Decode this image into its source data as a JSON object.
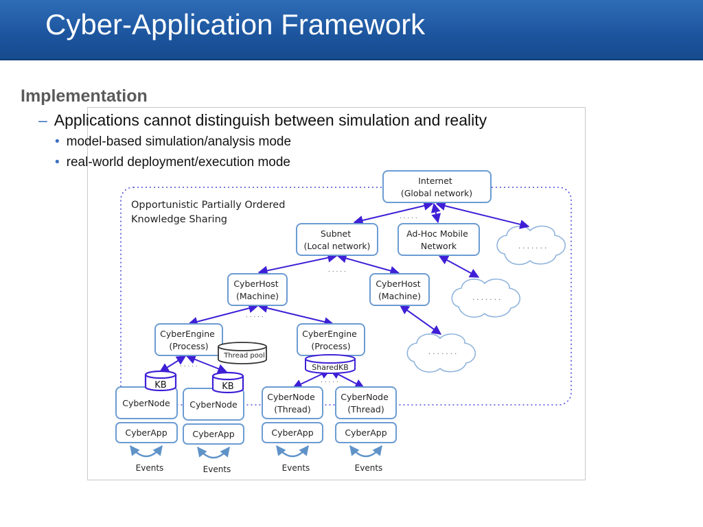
{
  "slide": {
    "title": "Cyber-Application Framework",
    "heading": "Implementation",
    "bullet_level1": "Applications cannot distinguish between simulation and reality",
    "bullet_level2": [
      "model-based simulation/analysis mode",
      "real-world deployment/execution mode"
    ]
  },
  "diagram": {
    "region_label": [
      "Opportunistic Partially Ordered",
      "Knowledge Sharing"
    ],
    "nodes": {
      "internet": [
        "Internet",
        "(Global network)"
      ],
      "subnet": [
        "Subnet",
        "(Local network)"
      ],
      "adhoc": [
        "Ad-Hoc Mobile",
        "Network"
      ],
      "cyberhost_left": [
        "CyberHost",
        "(Machine)"
      ],
      "cyberhost_right": [
        "CyberHost",
        "(Machine)"
      ],
      "cyberengine_left": [
        "CyberEngine",
        "(Process)"
      ],
      "cyberengine_right": [
        "CyberEngine",
        "(Process)"
      ],
      "cybernode_1": [
        "CyberNode"
      ],
      "cybernode_2": [
        "CyberNode"
      ],
      "cybernode_3": [
        "CyberNode",
        "(Thread)"
      ],
      "cybernode_4": [
        "CyberNode",
        "(Thread)"
      ]
    },
    "cyberapp_label": "CyberApp",
    "events_label": "Events",
    "thread_pool": "Thread pool",
    "shared_kb": "SharedKB",
    "kb_label": "KB",
    "ellipsis": ". . . . .",
    "cloud_ellipsis": ". . . . . . .",
    "colors": {
      "title_bar": "#1d569f",
      "box_border": "#6b9bd2",
      "arrow": "#3f1fd6",
      "region_border": "#4a4ad8",
      "cloud": "#8fb3dc",
      "curve_arrow": "#5f93c8"
    }
  }
}
